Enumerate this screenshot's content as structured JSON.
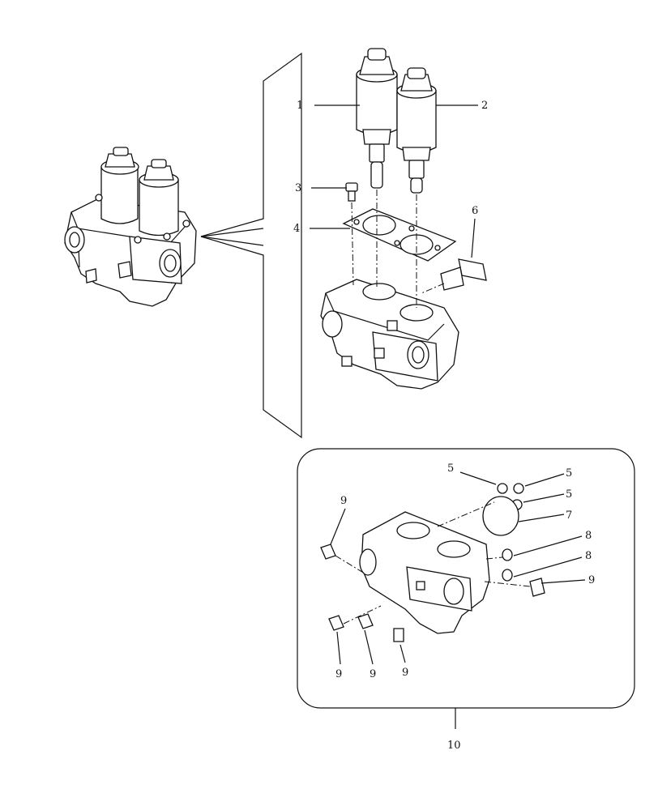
{
  "callouts": {
    "c1": "1",
    "c2": "2",
    "c3": "3",
    "c4": "4",
    "c5a": "5",
    "c5b": "5",
    "c5c": "5",
    "c6": "6",
    "c7": "7",
    "c8a": "8",
    "c8b": "8",
    "c9a": "9",
    "c9b": "9",
    "c9c": "9",
    "c9d": "9",
    "c9e": "9",
    "c10": "10"
  }
}
